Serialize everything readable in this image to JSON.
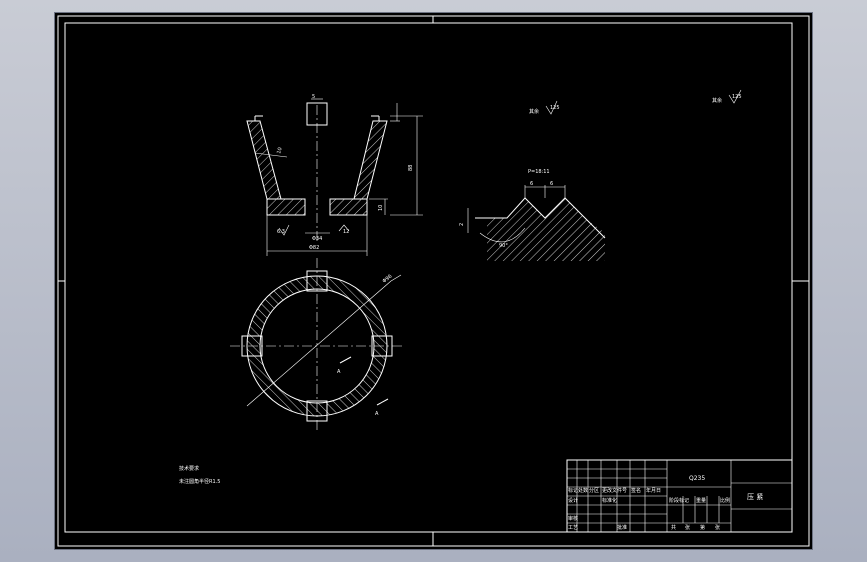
{
  "drawing": {
    "dims": {
      "top_slot": "5",
      "height_main": "88",
      "height_small": "10",
      "wall_thickness": "10",
      "bore": "Φ34",
      "bottom_dia": "Φ82",
      "roughness_a": "6.3",
      "roughness_b": "12",
      "outer_dia": "Φ96"
    },
    "thread": {
      "pitch_label": "P=18:11",
      "pitch_a": "6",
      "pitch_b": "6",
      "depth": "2",
      "angle": "90°"
    },
    "roughness_notes": {
      "left_label": "其余",
      "left_value": "125",
      "right_label": "其余",
      "right_value": "125"
    },
    "section_arrows": {
      "a": "A",
      "b": "A"
    },
    "notes": {
      "title": "技术要求",
      "line1": "未注圆角半径R1.5"
    }
  },
  "title_block": {
    "material": "Q235",
    "part_name": "压 紧",
    "row_headers": [
      "标记",
      "处数",
      "分区",
      "更改文件号",
      "签名",
      "年月日"
    ],
    "row2": [
      "设计",
      "",
      "标准化",
      "",
      ""
    ],
    "stage": [
      "阶段标记",
      "重量",
      "比例"
    ],
    "approve": "批准",
    "sheet": [
      "共",
      "张",
      "第",
      "张"
    ],
    "audit": "审核",
    "process": "工艺"
  }
}
